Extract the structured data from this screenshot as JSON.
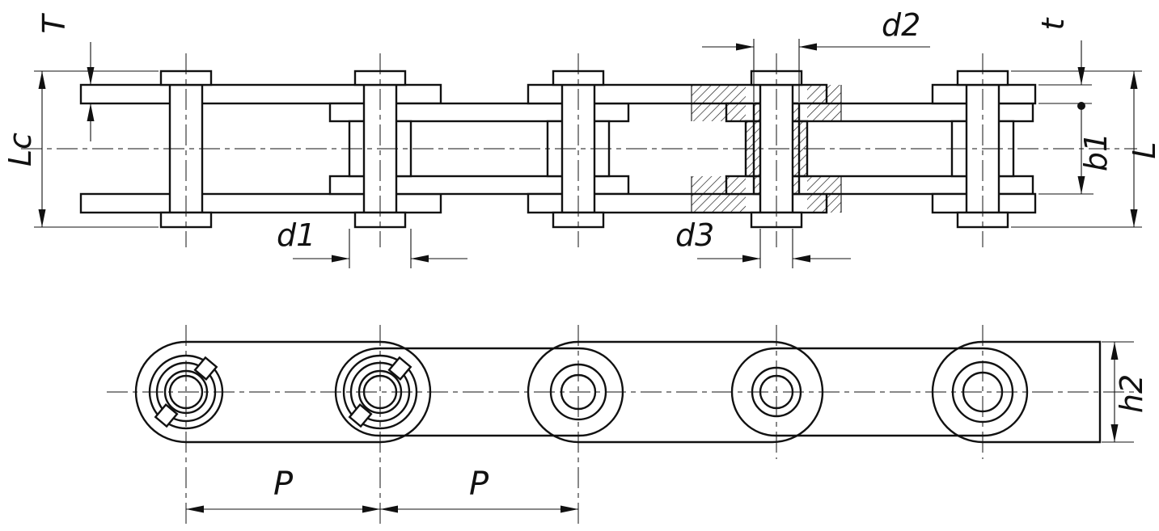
{
  "drawing": {
    "background_color": "#ffffff",
    "line_color": "#111111",
    "labels": {
      "T": "T",
      "Lc": "Lc",
      "d1": "d1",
      "d2": "d2",
      "d3": "d3",
      "t": "t",
      "b1": "b1",
      "L": "L",
      "h2": "h2",
      "P1": "P",
      "P2": "P"
    }
  }
}
